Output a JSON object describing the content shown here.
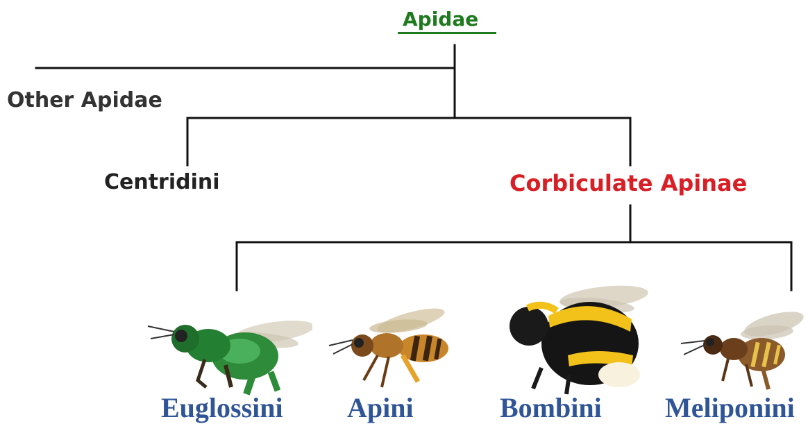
{
  "tree": {
    "root": "Apidae",
    "other": "Other Apidae",
    "centridini": "Centridini",
    "corbiculate": "Corbiculate Apinae"
  },
  "tribes": [
    {
      "label": "Euglossini",
      "icon": "orchid-bee-icon",
      "color": "#2e8b3a"
    },
    {
      "label": "Apini",
      "icon": "honey-bee-icon",
      "color": "#c8862a"
    },
    {
      "label": "Bombini",
      "icon": "bumble-bee-icon",
      "color": "#f2c21b"
    },
    {
      "label": "Meliponini",
      "icon": "stingless-bee-icon",
      "color": "#8a5a2b"
    }
  ],
  "colors": {
    "root": "#1f7a1f",
    "corbiculate": "#d81f26",
    "tribe_label": "#2f5597",
    "lines": "#111111"
  }
}
